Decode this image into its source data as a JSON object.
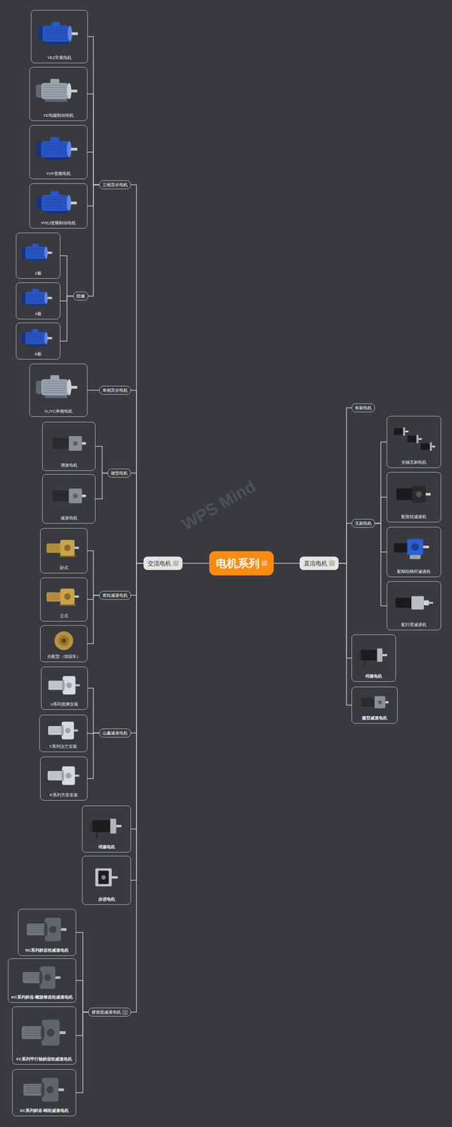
{
  "diagram": {
    "nodes": [
      {
        "text": [
          "电机系列"
        ]
      },
      {
        "text": [
          "交流电机"
        ]
      },
      {
        "text": [
          "三相异步电机"
        ]
      },
      {
        "text": [
          "YE2常规电机"
        ]
      },
      {
        "text": [
          "YE电磁制动电机"
        ]
      },
      {
        "text": [
          "YVP变频电机"
        ]
      },
      {
        "text": [
          "YPEJ变频制动电机"
        ]
      },
      {
        "text": [
          "防爆"
        ]
      },
      {
        "text": [
          "2极"
        ]
      },
      {
        "text": [
          "4极"
        ]
      },
      {
        "text": [
          "6极"
        ]
      },
      {
        "text": [
          "单相异步电机"
        ]
      },
      {
        "text": [
          "YL/YC单相电机"
        ]
      },
      {
        "text": [
          "微型电机"
        ]
      },
      {
        "text": [
          "调速电机"
        ]
      },
      {
        "text": [
          "减速电机"
        ]
      },
      {
        "text": [
          "齿轮减速电机"
        ]
      },
      {
        "text": [
          "卧式"
        ]
      },
      {
        "text": [
          "立式"
        ]
      },
      {
        "text": [
          "自配型（加回车）"
        ]
      },
      {
        "text": [
          "山鑫减速电机"
        ]
      },
      {
        "text": [
          "H系列底脚安装"
        ]
      },
      {
        "text": [
          "F系列法兰安装"
        ]
      },
      {
        "text": [
          "R系列方形安装"
        ]
      },
      {
        "text": [
          "伺服电机"
        ]
      },
      {
        "text": [
          "步进电机"
        ]
      },
      {
        "text": [
          "硬齿面减速电机"
        ]
      },
      {
        "text": [
          "RC系列斜齿轮减速电机"
        ]
      },
      {
        "text": [
          "KC系列斜齿-螺旋锥齿轮减速电机"
        ]
      },
      {
        "text": [
          "FC系列平行轴斜齿轮减速电机"
        ]
      },
      {
        "text": [
          "SC系列斜齿-蜗轮减速电机"
        ]
      },
      {
        "text": [
          "直流电机"
        ]
      },
      {
        "text": [
          "有刷电机"
        ]
      },
      {
        "text": [
          "无刷电机"
        ]
      },
      {
        "text": [
          "光轴无刷电机"
        ]
      },
      {
        "text": [
          "配齿轮减速机"
        ]
      },
      {
        "text": [
          "配蜗轮蜗杆减速机"
        ]
      },
      {
        "text": [
          "配行星减速机"
        ]
      },
      {
        "text": [
          "伺服电机"
        ]
      },
      {
        "text": [
          "微型减速电机"
        ]
      }
    ],
    "edges": [
      {
        "from": 0,
        "to": 1,
        "arrow": "none"
      },
      {
        "from": 1,
        "to": 2,
        "arrow": "none"
      },
      {
        "from": 2,
        "to": 3,
        "arrow": "none"
      },
      {
        "from": 2,
        "to": 4,
        "arrow": "none"
      },
      {
        "from": 2,
        "to": 5,
        "arrow": "none"
      },
      {
        "from": 2,
        "to": 6,
        "arrow": "none"
      },
      {
        "from": 2,
        "to": 7,
        "arrow": "none"
      },
      {
        "from": 7,
        "to": 8,
        "arrow": "none"
      },
      {
        "from": 7,
        "to": 9,
        "arrow": "none"
      },
      {
        "from": 7,
        "to": 10,
        "arrow": "none"
      },
      {
        "from": 1,
        "to": 11,
        "arrow": "none"
      },
      {
        "from": 11,
        "to": 12,
        "arrow": "none"
      },
      {
        "from": 1,
        "to": 13,
        "arrow": "none"
      },
      {
        "from": 13,
        "to": 14,
        "arrow": "none"
      },
      {
        "from": 13,
        "to": 15,
        "arrow": "none"
      },
      {
        "from": 1,
        "to": 16,
        "arrow": "none"
      },
      {
        "from": 16,
        "to": 17,
        "arrow": "none"
      },
      {
        "from": 16,
        "to": 18,
        "arrow": "none"
      },
      {
        "from": 16,
        "to": 19,
        "arrow": "none"
      },
      {
        "from": 1,
        "to": 20,
        "arrow": "none"
      },
      {
        "from": 20,
        "to": 21,
        "arrow": "none"
      },
      {
        "from": 20,
        "to": 22,
        "arrow": "none"
      },
      {
        "from": 20,
        "to": 23,
        "arrow": "none"
      },
      {
        "from": 1,
        "to": 24,
        "arrow": "none"
      },
      {
        "from": 1,
        "to": 25,
        "arrow": "none"
      },
      {
        "from": 1,
        "to": 26,
        "arrow": "none"
      },
      {
        "from": 26,
        "to": 27,
        "arrow": "none"
      },
      {
        "from": 26,
        "to": 28,
        "arrow": "none"
      },
      {
        "from": 26,
        "to": 29,
        "arrow": "none"
      },
      {
        "from": 26,
        "to": 30,
        "arrow": "none"
      },
      {
        "from": 0,
        "to": 31,
        "arrow": "none"
      },
      {
        "from": 31,
        "to": 32,
        "arrow": "none"
      },
      {
        "from": 31,
        "to": 33,
        "arrow": "none"
      },
      {
        "from": 33,
        "to": 34,
        "arrow": "none"
      },
      {
        "from": 33,
        "to": 35,
        "arrow": "none"
      },
      {
        "from": 33,
        "to": 36,
        "arrow": "none"
      },
      {
        "from": 33,
        "to": 37,
        "arrow": "none"
      },
      {
        "from": 31,
        "to": 38,
        "arrow": "none"
      },
      {
        "from": 31,
        "to": 39,
        "arrow": "none"
      }
    ],
    "labels": [
      "WPS Mind"
    ]
  }
}
